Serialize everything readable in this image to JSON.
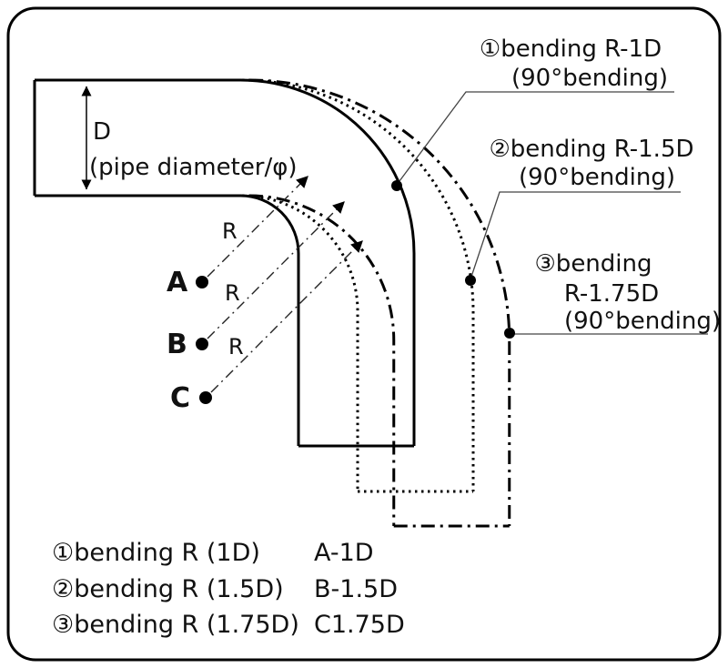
{
  "colors": {
    "line": "#000000",
    "background": "#ffffff",
    "leader": "#444444"
  },
  "diagram": {
    "dimension": {
      "label": "D",
      "sublabel": "(pipe diameter/φ)"
    },
    "radius_label": "R",
    "points": [
      {
        "label": "A"
      },
      {
        "label": "B"
      },
      {
        "label": "C"
      }
    ],
    "callouts": [
      {
        "lines": [
          "①bending R-1D",
          "(90°bending)"
        ]
      },
      {
        "lines": [
          "②bending R-1.5D",
          "(90°bending)"
        ]
      },
      {
        "lines": [
          "③bending",
          "R-1.75D",
          "(90°bending)"
        ]
      }
    ],
    "legend": [
      {
        "label": "①bending R (1D)",
        "value": "A-1D"
      },
      {
        "label": "②bending R (1.5D)",
        "value": "B-1.5D"
      },
      {
        "label": "③bending R (1.75D)",
        "value": "C1.75D"
      }
    ]
  }
}
